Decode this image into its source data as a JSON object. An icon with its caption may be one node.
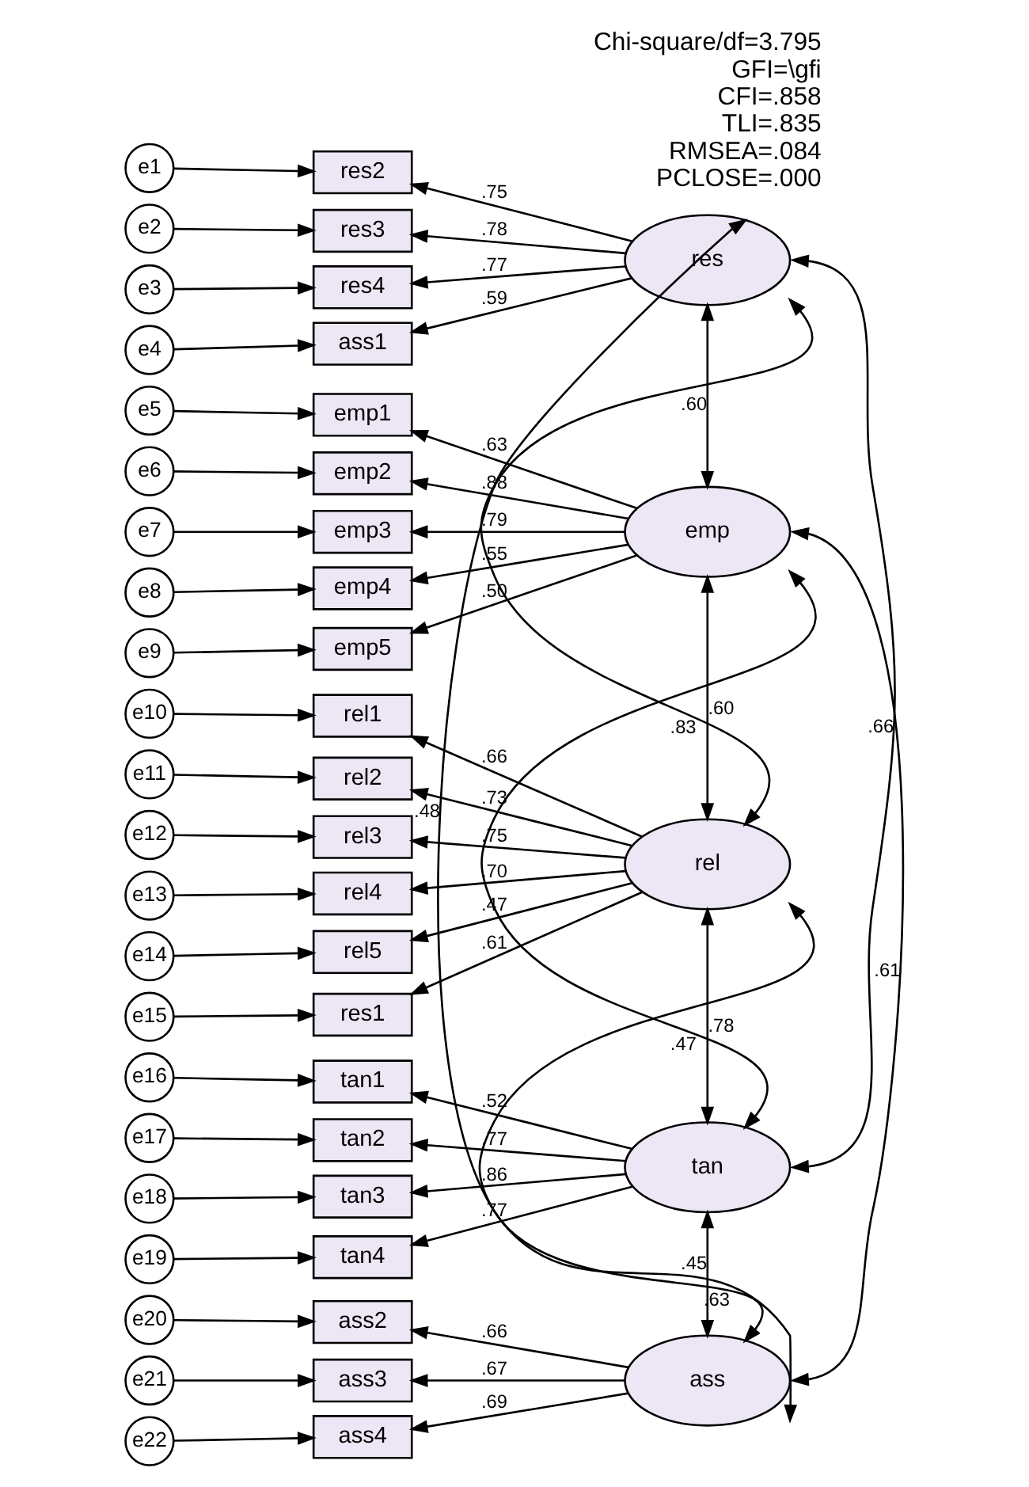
{
  "diagram": {
    "nodes": [
      {
        "text": [
          "e1"
        ]
      },
      {
        "text": [
          "res2"
        ]
      },
      {
        "text": [
          "e2"
        ]
      },
      {
        "text": [
          "res3"
        ]
      },
      {
        "text": [
          "e3"
        ]
      },
      {
        "text": [
          "res4"
        ]
      },
      {
        "text": [
          "e4"
        ]
      },
      {
        "text": [
          "ass1"
        ]
      },
      {
        "text": [
          "res"
        ]
      },
      {
        "text": [
          "e5"
        ]
      },
      {
        "text": [
          "emp1"
        ]
      },
      {
        "text": [
          "e6"
        ]
      },
      {
        "text": [
          "emp2"
        ]
      },
      {
        "text": [
          "e7"
        ]
      },
      {
        "text": [
          "emp3"
        ]
      },
      {
        "text": [
          "e8"
        ]
      },
      {
        "text": [
          "emp4"
        ]
      },
      {
        "text": [
          "e9"
        ]
      },
      {
        "text": [
          "emp5"
        ]
      },
      {
        "text": [
          "emp"
        ]
      },
      {
        "text": [
          "e10"
        ]
      },
      {
        "text": [
          "rel1"
        ]
      },
      {
        "text": [
          "e11"
        ]
      },
      {
        "text": [
          "rel2"
        ]
      },
      {
        "text": [
          "e12"
        ]
      },
      {
        "text": [
          "rel3"
        ]
      },
      {
        "text": [
          "e13"
        ]
      },
      {
        "text": [
          "rel4"
        ]
      },
      {
        "text": [
          "e14"
        ]
      },
      {
        "text": [
          "rel5"
        ]
      },
      {
        "text": [
          "e15"
        ]
      },
      {
        "text": [
          "res1"
        ]
      },
      {
        "text": [
          "rel"
        ]
      },
      {
        "text": [
          "e16"
        ]
      },
      {
        "text": [
          "tan1"
        ]
      },
      {
        "text": [
          "e17"
        ]
      },
      {
        "text": [
          "tan2"
        ]
      },
      {
        "text": [
          "e18"
        ]
      },
      {
        "text": [
          "tan3"
        ]
      },
      {
        "text": [
          "e19"
        ]
      },
      {
        "text": [
          "tan4"
        ]
      },
      {
        "text": [
          "tan"
        ]
      },
      {
        "text": [
          "e20"
        ]
      },
      {
        "text": [
          "ass2"
        ]
      },
      {
        "text": [
          "e21"
        ]
      },
      {
        "text": [
          "ass3"
        ]
      },
      {
        "text": [
          "e22"
        ]
      },
      {
        "text": [
          "ass4"
        ]
      },
      {
        "text": [
          "ass"
        ]
      }
    ],
    "edges": [
      {
        "from": 0,
        "to": 1,
        "arrow": "to"
      },
      {
        "from": 2,
        "to": 3,
        "arrow": "to"
      },
      {
        "from": 4,
        "to": 5,
        "arrow": "to"
      },
      {
        "from": 6,
        "to": 7,
        "arrow": "to"
      },
      {
        "from": 8,
        "to": 1,
        "arrow": "to",
        "label": ".75"
      },
      {
        "from": 8,
        "to": 3,
        "arrow": "to",
        "label": ".78"
      },
      {
        "from": 8,
        "to": 5,
        "arrow": "to",
        "label": ".77"
      },
      {
        "from": 8,
        "to": 7,
        "arrow": "to",
        "label": ".59"
      },
      {
        "from": 9,
        "to": 10,
        "arrow": "to"
      },
      {
        "from": 11,
        "to": 12,
        "arrow": "to"
      },
      {
        "from": 13,
        "to": 14,
        "arrow": "to"
      },
      {
        "from": 15,
        "to": 16,
        "arrow": "to"
      },
      {
        "from": 17,
        "to": 18,
        "arrow": "to"
      },
      {
        "from": 19,
        "to": 10,
        "arrow": "to",
        "label": ".63"
      },
      {
        "from": 19,
        "to": 12,
        "arrow": "to",
        "label": ".88"
      },
      {
        "from": 19,
        "to": 14,
        "arrow": "to",
        "label": ".79"
      },
      {
        "from": 19,
        "to": 16,
        "arrow": "to",
        "label": ".55"
      },
      {
        "from": 19,
        "to": 18,
        "arrow": "to",
        "label": ".50"
      },
      {
        "from": 20,
        "to": 21,
        "arrow": "to"
      },
      {
        "from": 22,
        "to": 23,
        "arrow": "to"
      },
      {
        "from": 24,
        "to": 25,
        "arrow": "to"
      },
      {
        "from": 26,
        "to": 27,
        "arrow": "to"
      },
      {
        "from": 28,
        "to": 29,
        "arrow": "to"
      },
      {
        "from": 30,
        "to": 31,
        "arrow": "to"
      },
      {
        "from": 32,
        "to": 21,
        "arrow": "to",
        "label": ".66"
      },
      {
        "from": 32,
        "to": 23,
        "arrow": "to",
        "label": ".73"
      },
      {
        "from": 32,
        "to": 25,
        "arrow": "to",
        "label": ".75"
      },
      {
        "from": 32,
        "to": 27,
        "arrow": "to",
        "label": ".70"
      },
      {
        "from": 32,
        "to": 29,
        "arrow": "to",
        "label": ".47"
      },
      {
        "from": 32,
        "to": 31,
        "arrow": "to",
        "label": ".61"
      },
      {
        "from": 33,
        "to": 34,
        "arrow": "to"
      },
      {
        "from": 35,
        "to": 36,
        "arrow": "to"
      },
      {
        "from": 37,
        "to": 38,
        "arrow": "to"
      },
      {
        "from": 39,
        "to": 40,
        "arrow": "to"
      },
      {
        "from": 41,
        "to": 34,
        "arrow": "to",
        "label": ".52"
      },
      {
        "from": 41,
        "to": 36,
        "arrow": "to",
        "label": ".77"
      },
      {
        "from": 41,
        "to": 38,
        "arrow": "to",
        "label": ".86"
      },
      {
        "from": 41,
        "to": 40,
        "arrow": "to",
        "label": ".77"
      },
      {
        "from": 42,
        "to": 43,
        "arrow": "to"
      },
      {
        "from": 44,
        "to": 45,
        "arrow": "to"
      },
      {
        "from": 46,
        "to": 47,
        "arrow": "to"
      },
      {
        "from": 48,
        "to": 43,
        "arrow": "to",
        "label": ".66"
      },
      {
        "from": 48,
        "to": 45,
        "arrow": "to",
        "label": ".67"
      },
      {
        "from": 48,
        "to": 47,
        "arrow": "to",
        "label": ".69"
      },
      {
        "from": 8,
        "to": 19,
        "arrow": "both",
        "label": ".60"
      },
      {
        "from": 8,
        "to": 32,
        "arrow": "both",
        "label": ".83"
      },
      {
        "from": 8,
        "to": 41,
        "arrow": "both",
        "label": ".66"
      },
      {
        "from": 8,
        "to": 48,
        "arrow": "both",
        "label": ".48"
      },
      {
        "from": 19,
        "to": 32,
        "arrow": "both",
        "label": ".60"
      },
      {
        "from": 19,
        "to": 41,
        "arrow": "both",
        "label": ".47"
      },
      {
        "from": 19,
        "to": 48,
        "arrow": "both",
        "label": ".61"
      },
      {
        "from": 32,
        "to": 41,
        "arrow": "both",
        "label": ".78"
      },
      {
        "from": 32,
        "to": 48,
        "arrow": "both",
        "label": ".63"
      },
      {
        "from": 41,
        "to": 48,
        "arrow": "both",
        "label": ".45"
      }
    ],
    "labels": [
      "Chi-square/df=3.795",
      "GFI=\\gfi",
      "CFI=.858",
      "TLI=.835",
      "RMSEA=.084",
      "PCLOSE=.000"
    ]
  }
}
